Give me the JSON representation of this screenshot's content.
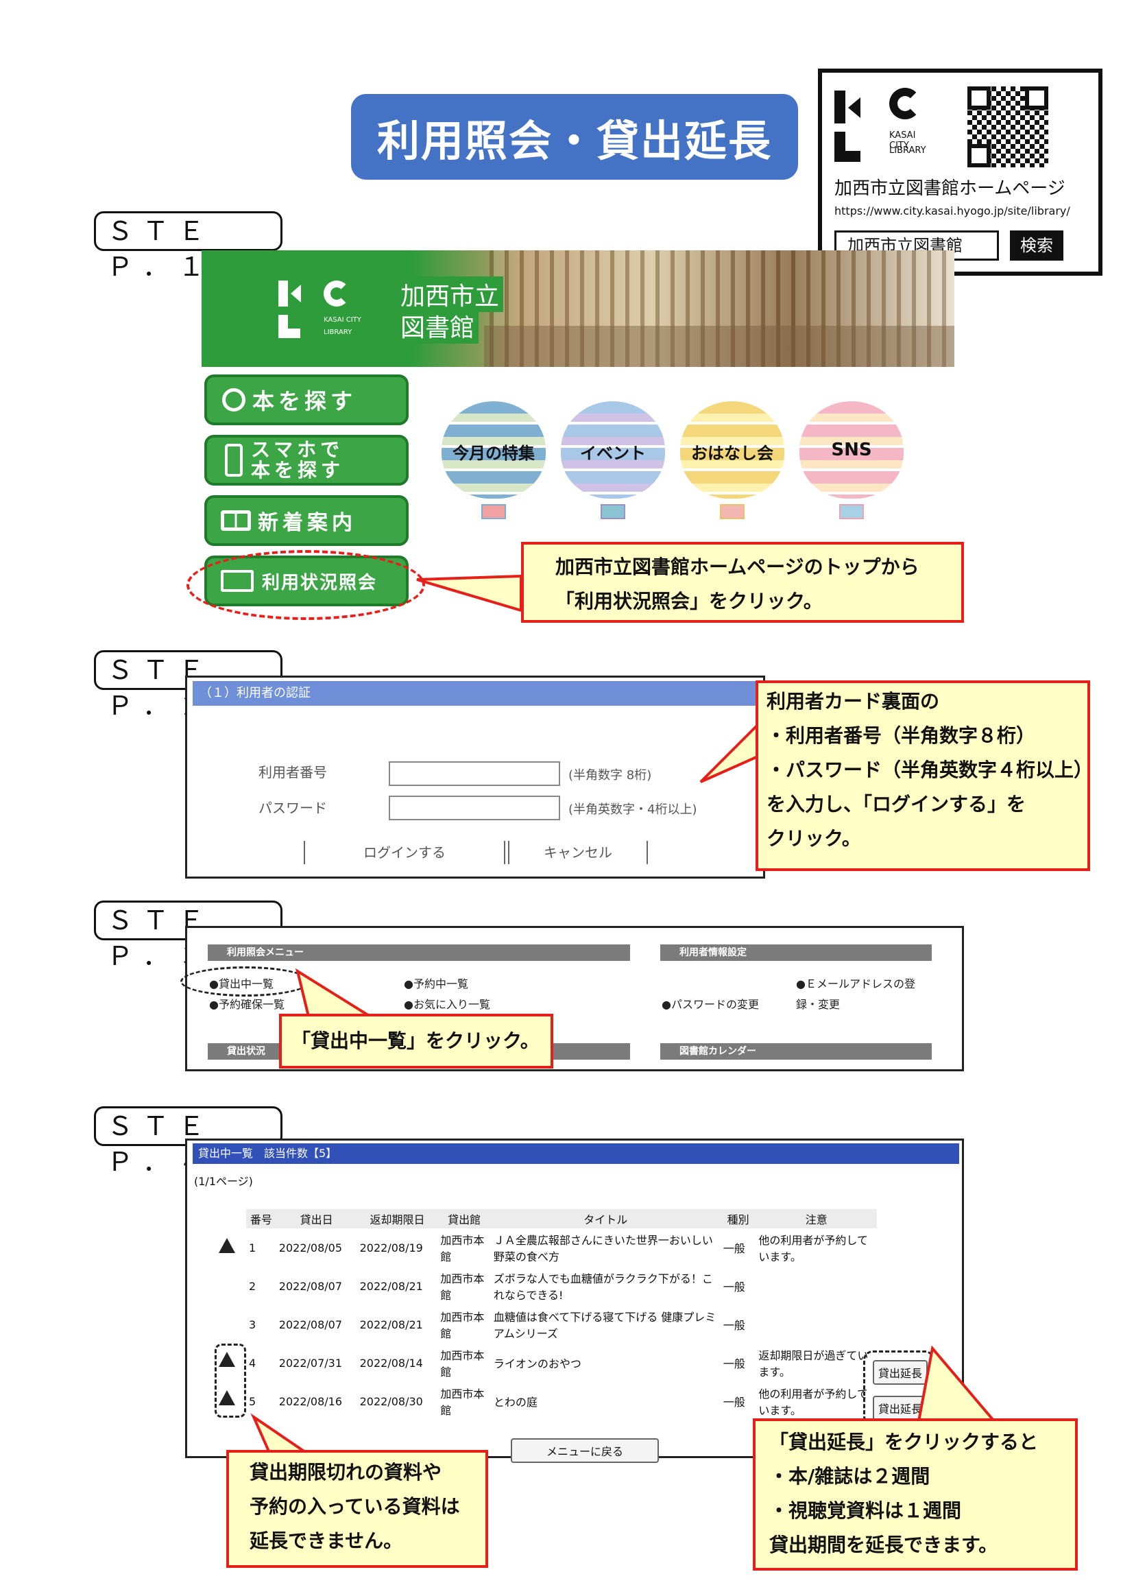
{
  "title": "利用照会・貸出延長",
  "info_box": {
    "logo_line1": "KASAI CITY",
    "logo_line2": "LIBRARY",
    "homepage_label": "加西市立図書館ホームページ",
    "url": "https://www.city.kasai.hyogo.jp/site/library/",
    "search_value": "加西市立図書館",
    "search_button": "検索"
  },
  "steps": [
    "ＳＴＥＰ．１",
    "ＳＴＥＰ．２",
    "ＳＴＥＰ．３",
    "ＳＴＥＰ．４"
  ],
  "step1": {
    "banner_logo_line1": "KASAI CITY",
    "banner_logo_line2": "LIBRARY",
    "banner_title_line1": "加西市立",
    "banner_title_line2": "図書館",
    "buttons": [
      "本を探す",
      "スマホで",
      "本を探す",
      "新着案内",
      "利用状況照会"
    ],
    "balloons": [
      "今月の特集",
      "イベント",
      "おはなし会",
      "SNS"
    ],
    "callout_line1": "加西市立図書館ホームページのトップから",
    "callout_line2": "「利用状況照会」をクリック。"
  },
  "step2": {
    "panel_header": "（１）利用者の認証",
    "user_number_label": "利用者番号",
    "user_number_hint": "(半角数字 8桁)",
    "password_label": "パスワード",
    "password_hint": "(半角英数字・4桁以上)",
    "login_button": "ログインする",
    "cancel_button": "キャンセル",
    "callout_lines": [
      "利用者カード裏面の",
      "・利用者番号（半角数字８桁）",
      "・パスワード（半角英数字４桁以上）",
      "を入力し、「ログインする」を",
      "クリック。"
    ]
  },
  "step3": {
    "menu_header": "利用照会メニュー",
    "info_header": "利用者情報設定",
    "status_header": "貸出状況",
    "calendar_header": "図書館カレンダー",
    "links": [
      "●貸出中一覧",
      "●予約中一覧",
      "●予約確保一覧",
      "●お気に入り一覧",
      "●Ｅメールアドレスの登",
      "録・変更",
      "●パスワードの変更"
    ],
    "callout": "「貸出中一覧」をクリック。"
  },
  "step4": {
    "header": "貸出中一覧　該当件数【5】",
    "page_info": "(1/1ページ)",
    "columns": [
      "番号",
      "貸出日",
      "返却期限日",
      "貸出館",
      "タイトル",
      "種別",
      "注意"
    ],
    "rows": [
      {
        "no": "1",
        "loan": "2022/08/05",
        "due": "2022/08/19",
        "branch": "加西市本館",
        "title": "ＪＡ全農広報部さんにきいた世界一おいしい野菜の食べ方",
        "type": "一般",
        "note": "他の利用者が予約しています。",
        "warn": true
      },
      {
        "no": "2",
        "loan": "2022/08/07",
        "due": "2022/08/21",
        "branch": "加西市本館",
        "title": "ズボラな人でも血糖値がラクラク下がる！これならできる!",
        "type": "一般",
        "note": "",
        "warn": false
      },
      {
        "no": "3",
        "loan": "2022/08/07",
        "due": "2022/08/21",
        "branch": "加西市本館",
        "title": "血糖値は食べて下げる寝て下げる 健康プレミアムシリーズ",
        "type": "一般",
        "note": "",
        "warn": false
      },
      {
        "no": "4",
        "loan": "2022/07/31",
        "due": "2022/08/14",
        "branch": "加西市本館",
        "title": "ライオンのおやつ",
        "type": "一般",
        "note": "返却期限日が過ぎています。",
        "warn": true
      },
      {
        "no": "5",
        "loan": "2022/08/16",
        "due": "2022/08/30",
        "branch": "加西市本館",
        "title": "とわの庭",
        "type": "一般",
        "note": "他の利用者が予約しています。",
        "warn": true
      }
    ],
    "extend_button": "貸出延長",
    "menu_back_button": "メニューに戻る",
    "callout_left": [
      "貸出期限切れの資料や",
      "予約の入っている資料は",
      "延長できません。"
    ],
    "callout_right": [
      "「貸出延長」をクリックすると",
      "・本/雑誌は２週間",
      "・視聴覚資料は１週間",
      "貸出期間を延長できます。"
    ]
  }
}
